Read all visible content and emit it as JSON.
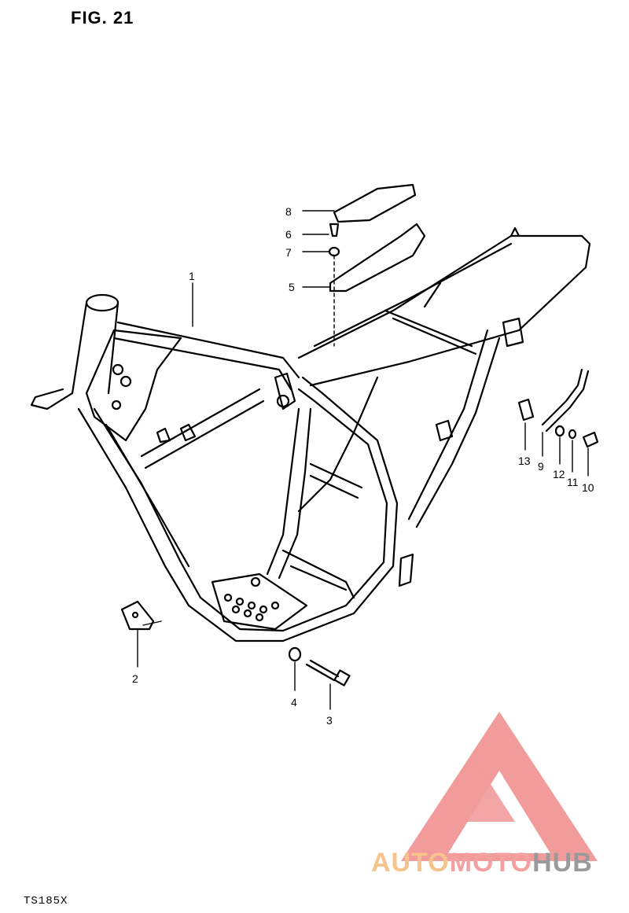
{
  "figure": {
    "title": "FIG. 21",
    "model": "TS185X"
  },
  "callouts": [
    {
      "id": "c1",
      "text": "1"
    },
    {
      "id": "c2",
      "text": "2"
    },
    {
      "id": "c3",
      "text": "3"
    },
    {
      "id": "c4",
      "text": "4"
    },
    {
      "id": "c5",
      "text": "5"
    },
    {
      "id": "c6",
      "text": "6"
    },
    {
      "id": "c7",
      "text": "7"
    },
    {
      "id": "c8",
      "text": "8"
    },
    {
      "id": "c9",
      "text": "9"
    },
    {
      "id": "c10",
      "text": "10"
    },
    {
      "id": "c11",
      "text": "11"
    },
    {
      "id": "c12",
      "text": "12"
    },
    {
      "id": "c13",
      "text": "13"
    }
  ],
  "watermark": {
    "part_a": "AUTO",
    "part_b": "MOTO",
    "part_c": "HUB",
    "colors": {
      "logo": "#f08a8a",
      "auto": "#f7c38d",
      "moto": "#f4a0a0",
      "hub": "#9a9a9a"
    }
  }
}
